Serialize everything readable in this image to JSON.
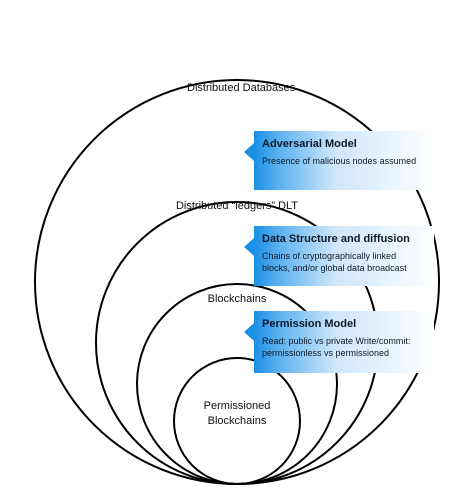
{
  "diagram": {
    "rings": [
      {
        "label": "Distributed Databases"
      },
      {
        "label": "Distributed “ledgers” DLT"
      },
      {
        "label": "Blockchains"
      },
      {
        "label": "Permissioned\nBlockchains"
      }
    ],
    "callouts": [
      {
        "title": "Adversarial Model",
        "body": "Presence of malicious nodes assumed"
      },
      {
        "title": "Data Structure and diffusion",
        "body": "Chains of cryptographically linked\nblocks, and/or global data broadcast"
      },
      {
        "title": "Permission Model",
        "body": "Read: public vs private Write/commit:\npermissionless vs permissioned"
      }
    ],
    "colors": {
      "ring_stroke": "#000000",
      "callout_accent": "#1a8fe6",
      "text": "#111111"
    }
  }
}
